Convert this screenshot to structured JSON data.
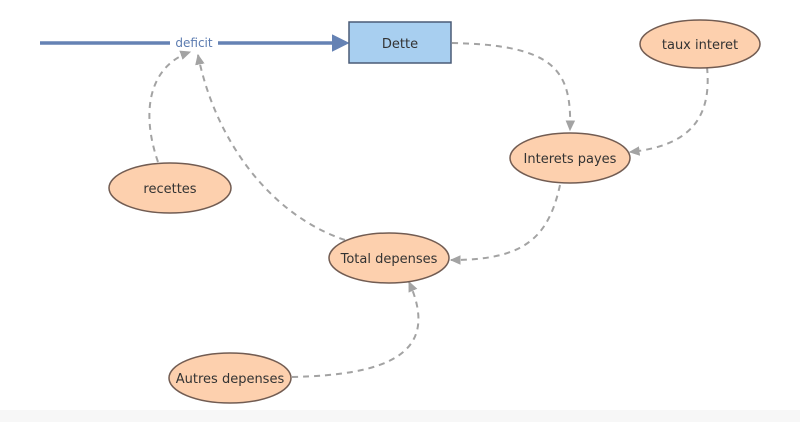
{
  "diagram": {
    "flow": {
      "label": "deficit"
    },
    "stock": {
      "label": "Dette"
    },
    "variables": {
      "taux_interet": "taux interet",
      "interets_payes": "Interets payes",
      "recettes": "recettes",
      "total_depenses": "Total depenses",
      "autres_depenses": "Autres depenses"
    },
    "colors": {
      "stock_fill": "#a8cff0",
      "stock_stroke": "#4a5b77",
      "variable_fill": "#fdd0ae",
      "variable_stroke": "#725c52",
      "flow": "#6582b4",
      "link": "#a3a3a3"
    }
  }
}
